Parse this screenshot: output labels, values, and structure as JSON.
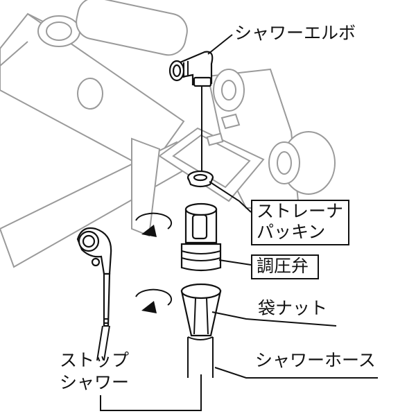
{
  "labels": {
    "shower_elbow": "シャワーエルボ",
    "strainer_packing_line1": "ストレーナ",
    "strainer_packing_line2": "パッキン",
    "pressure_valve": "調圧弁",
    "bag_nut": "袋ナット",
    "shower_hose": "シャワーホース",
    "stop_shower_line1": "ストップ",
    "stop_shower_line2": "シャワー"
  },
  "colors": {
    "outline": "#111111",
    "faucet_gray": "#9a9a9a",
    "background": "#ffffff"
  },
  "icons": [
    "rotate-clockwise-arrow-icon",
    "rotate-clockwise-arrow-icon"
  ]
}
